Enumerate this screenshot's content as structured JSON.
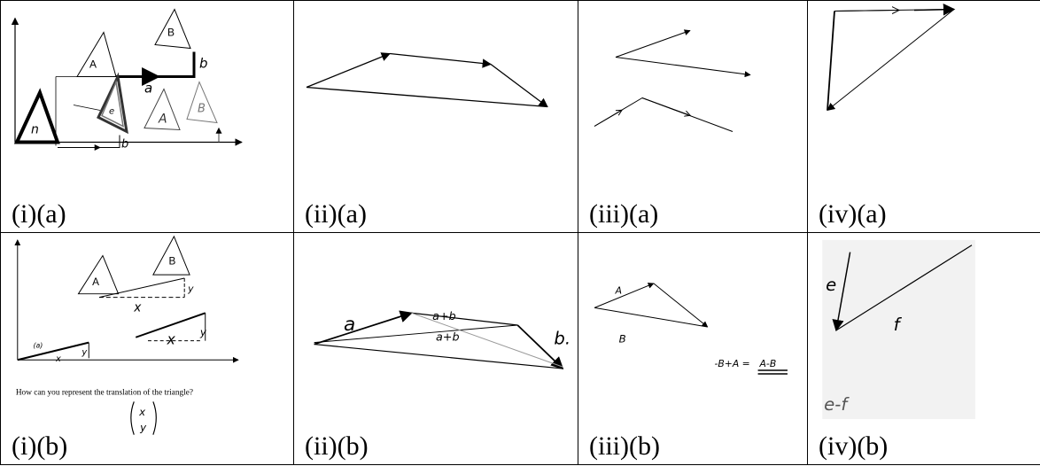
{
  "cells": {
    "i_a": {
      "caption": "(i)(a)",
      "labels": {
        "tri_a": "A",
        "tri_b": "B",
        "vec_a": "a",
        "vec_b": "b",
        "small_b": "b",
        "tri_n": "n",
        "tri_e": "e",
        "tri_a2": "A",
        "tri_b2": "B"
      }
    },
    "ii_a": {
      "caption": "(ii)(a)"
    },
    "iii_a": {
      "caption": "(iii)(a)"
    },
    "iv_a": {
      "caption": "(iv)(a)"
    },
    "i_b": {
      "caption": "(i)(b)",
      "labels": {
        "tri_a": "A",
        "tri_b": "B",
        "dx": "x",
        "dy": "y",
        "small_label": "(a)",
        "small_x": "x",
        "small_y": "y",
        "right_x": "x",
        "right_y": "y"
      },
      "question": "How can you represent the translation of the triangle?",
      "column_vector": {
        "top": "x",
        "bottom": "y"
      }
    },
    "ii_b": {
      "caption": "(ii)(b)",
      "labels": {
        "a": "a",
        "b": "b.",
        "sum1": "a+b",
        "sum2": "a+b"
      }
    },
    "iii_b": {
      "caption": "(iii)(b)",
      "labels": {
        "a": "A",
        "b": "B",
        "equation_left": "-B+A =",
        "equation_right": "A-B"
      }
    },
    "iv_b": {
      "caption": "(iv)(b)",
      "labels": {
        "e": "e",
        "f": "f",
        "diff": "e-f"
      }
    }
  },
  "colors": {
    "ink": "#000000",
    "pencil": "#444444",
    "paper_gray": "#f2f2f2"
  }
}
